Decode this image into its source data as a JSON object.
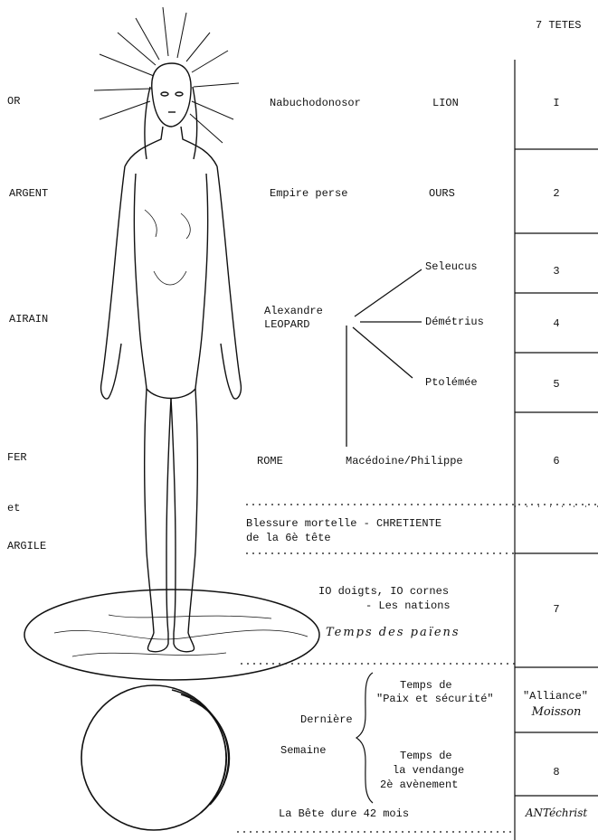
{
  "header": {
    "seven_heads": "7 TETES"
  },
  "metals": {
    "gold": "OR",
    "silver": "ARGENT",
    "bronze": "AIRAIN",
    "iron": "FER",
    "and": "et",
    "clay": "ARGILE"
  },
  "kingdoms": {
    "nabuchodonosor": "Nabuchodonosor",
    "lion": "LION",
    "persian": "Empire perse",
    "bear": "OURS",
    "alexandre": "Alexandre",
    "leopard": "LEOPARD",
    "seleucus": "Seleucus",
    "demetrius": "Démétrius",
    "ptolemee": "Ptolémée",
    "rome": "ROME",
    "macedoine": "Macédoine/Philippe"
  },
  "wound": {
    "line1": "Blessure mortelle - CHRETIENTE",
    "line2": "de la 6è tête"
  },
  "nations": {
    "line1": "IO doigts, IO cornes",
    "line2": "- Les nations",
    "handwritten": "Temps des païens"
  },
  "last_week": {
    "derniere": "Dernière",
    "semaine": "Semaine",
    "peace1": "Temps de",
    "peace2": "\"Paix et sécurité\"",
    "harvest1": "Temps de",
    "harvest2": "la vendange",
    "harvest3": "2è avènement",
    "beast": "La Bête dure 42 mois"
  },
  "heads": [
    {
      "label": "I"
    },
    {
      "label": "2"
    },
    {
      "label": "3"
    },
    {
      "label": "4"
    },
    {
      "label": "5"
    },
    {
      "label": "6"
    },
    {
      "label": "7"
    },
    {
      "label": "\"Alliance\"",
      "note": "Moisson"
    },
    {
      "label": "8",
      "note": "ANTéchrist"
    }
  ]
}
